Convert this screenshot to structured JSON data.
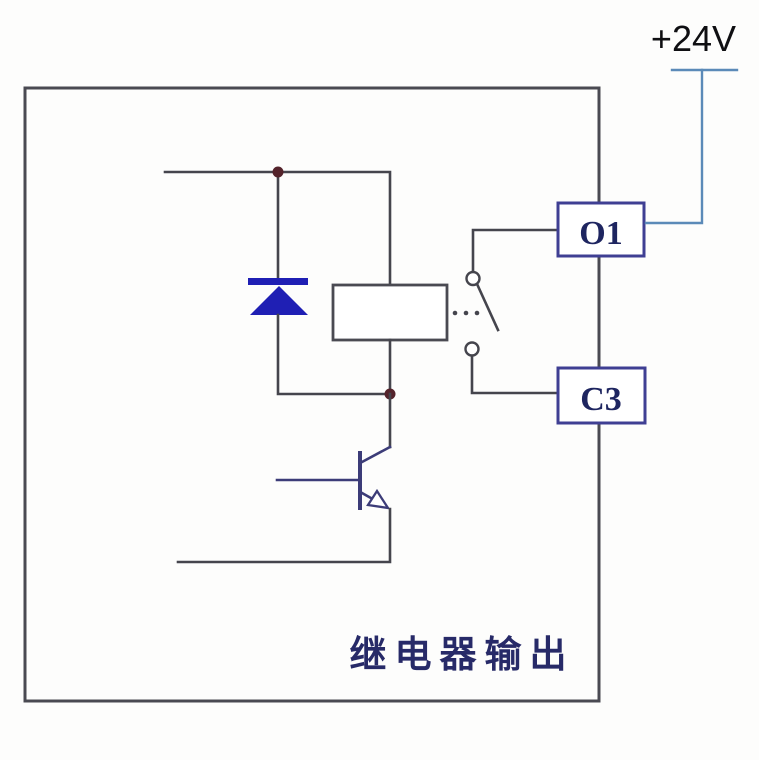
{
  "diagram": {
    "kind": "relay-output-circuit-schematic",
    "supply": {
      "label": "+24V"
    },
    "terminals": [
      {
        "id": "O1",
        "label": "O1"
      },
      {
        "id": "C3",
        "label": "C3"
      }
    ],
    "caption": "继电器输出",
    "components": {
      "diode": "flyback-diode",
      "coil": "relay-coil",
      "switch": "relay-contact-switch",
      "transistor": "npn-transistor"
    },
    "colors": {
      "wire": "#45454d",
      "frame": "#4a4a52",
      "terminal_border": "#3f3f93",
      "terminal_text": "#1e2560",
      "supply_wire": "#5b8ab8",
      "supply_text": "#0f0f12",
      "diode": "#1f1fb4",
      "junction": "#54232b",
      "caption_text": "#272a68",
      "transistor": "#3c3c78"
    }
  }
}
